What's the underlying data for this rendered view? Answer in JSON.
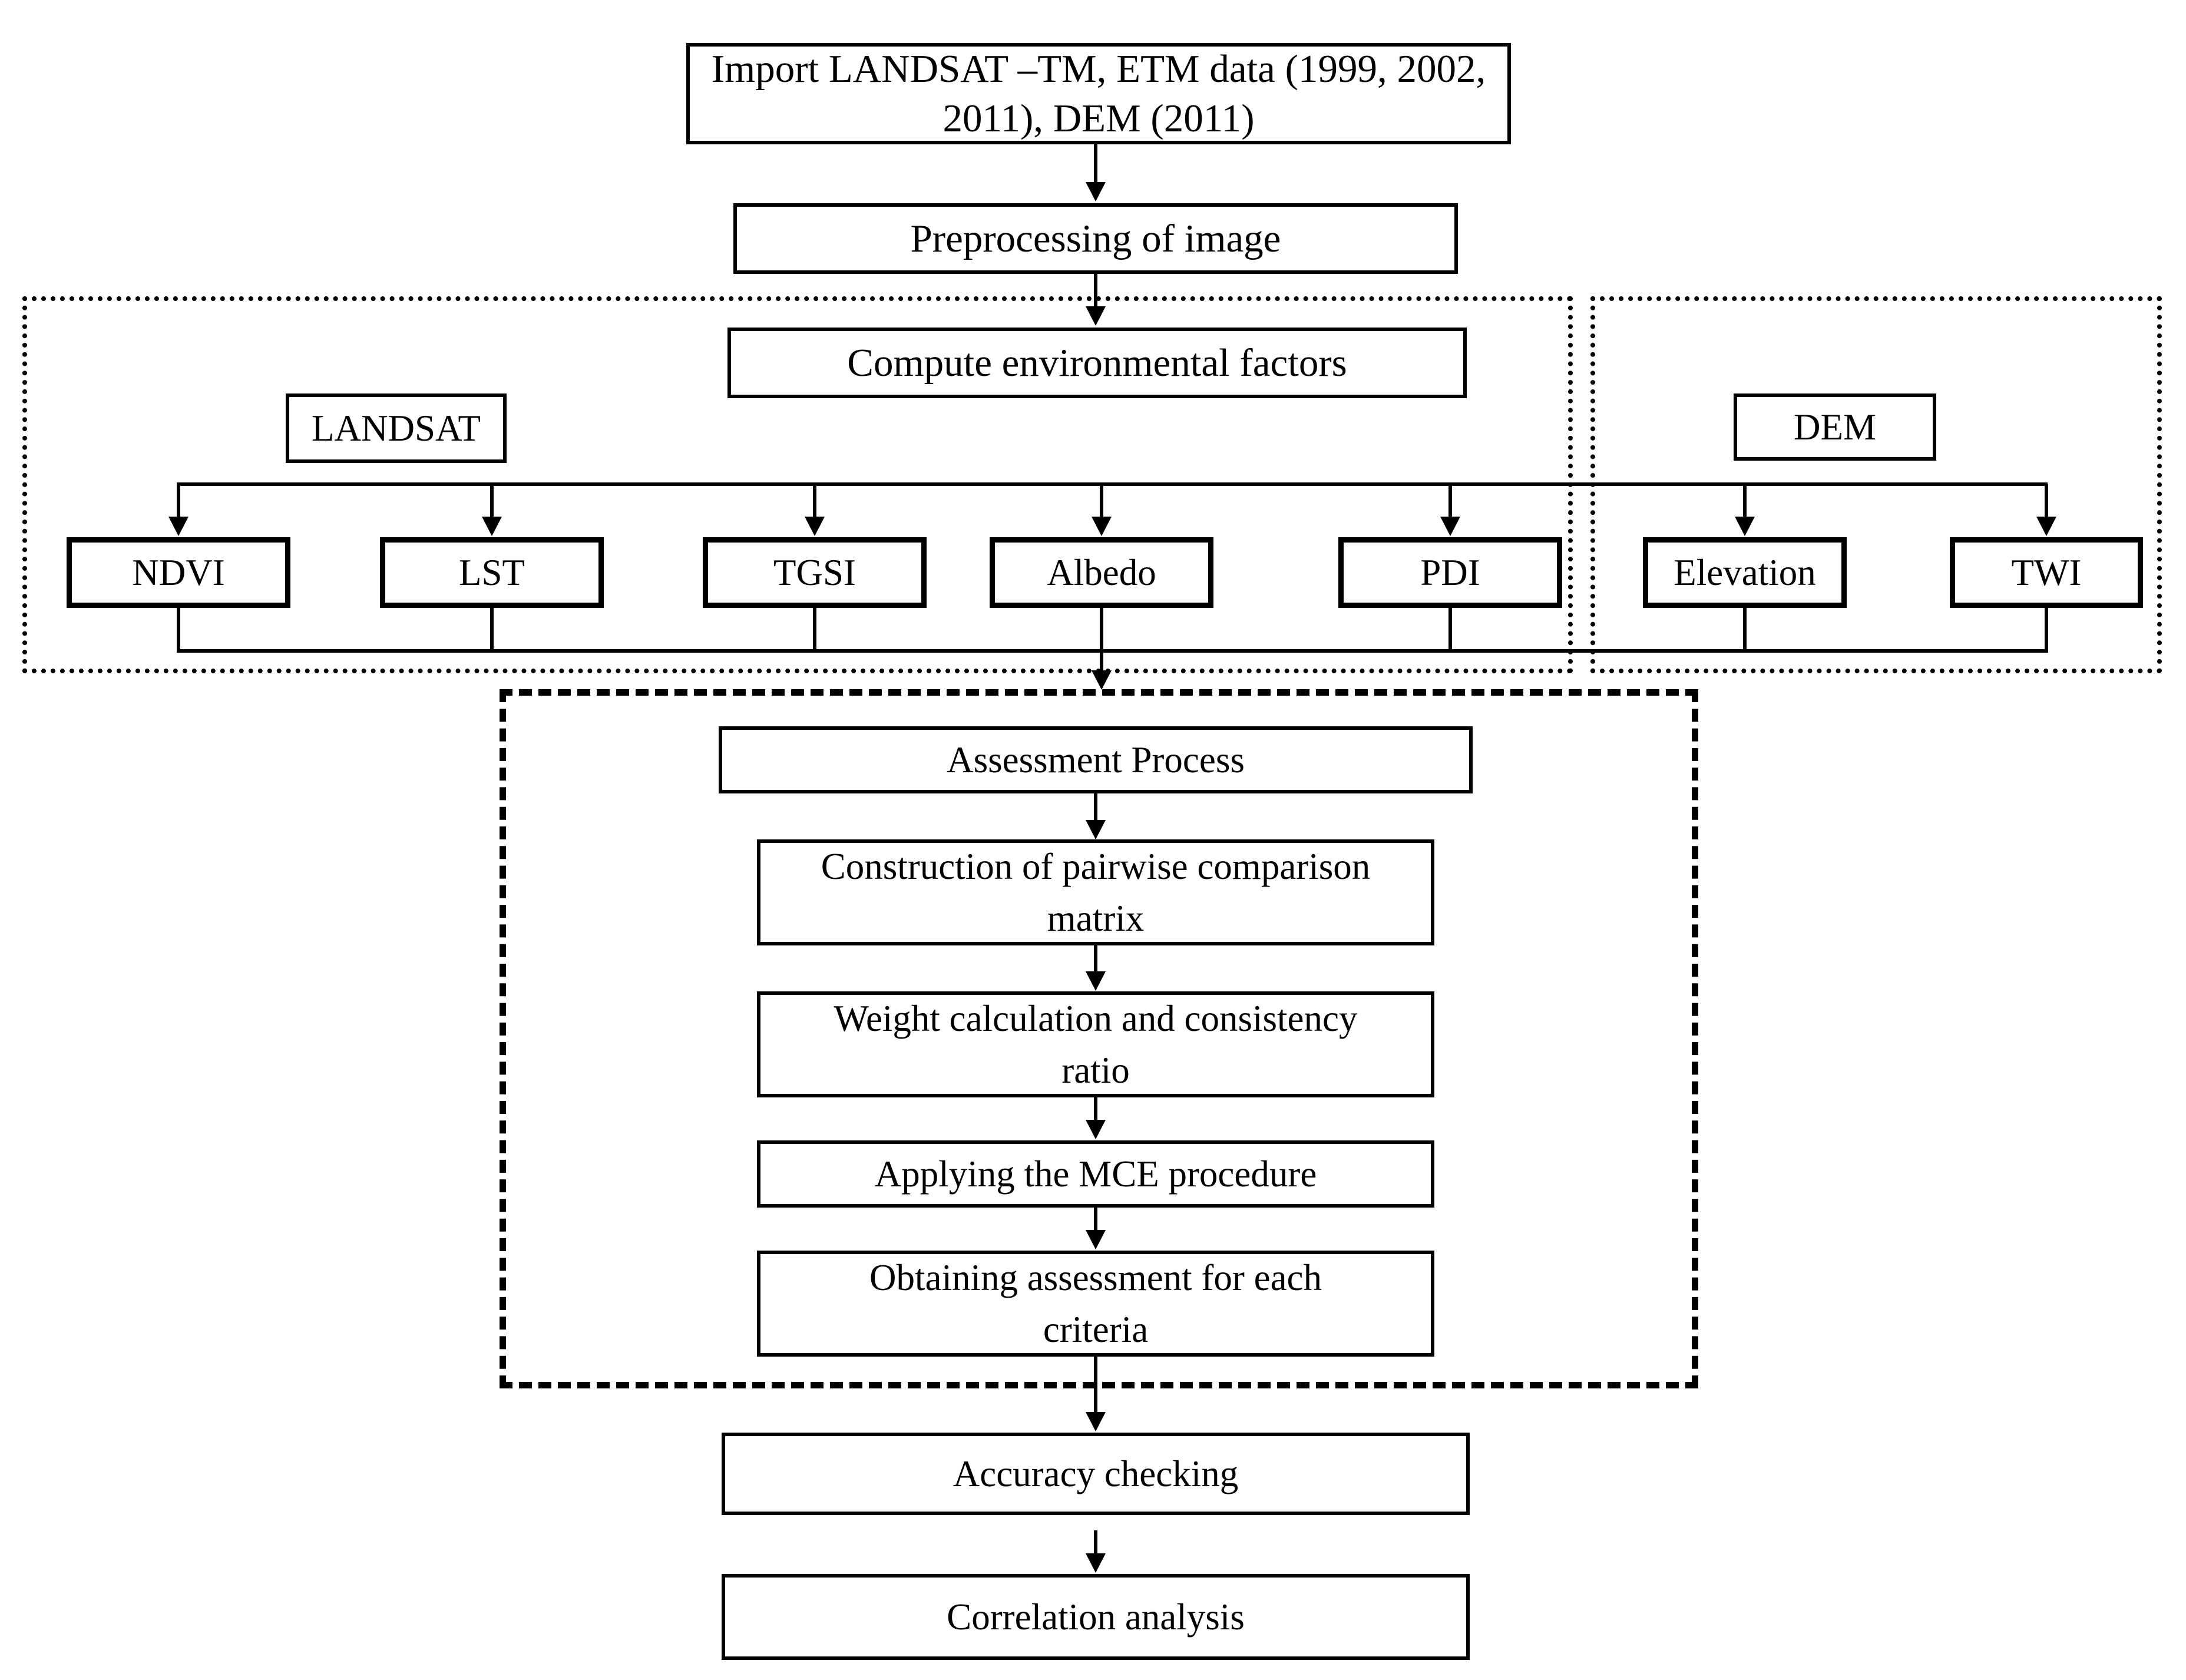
{
  "flowchart": {
    "nodes": {
      "import": {
        "lines": [
          "Import  LANDSAT –TM, ETM data (1999, 2002,",
          "2011), DEM (2011)"
        ]
      },
      "preprocessing": "Preprocessing of image",
      "compute_factors": "Compute environmental factors",
      "landsat_label": "LANDSAT",
      "dem_label": "DEM",
      "landsat_factors": [
        "NDVI",
        "LST",
        "TGSI",
        "Albedo",
        "PDI"
      ],
      "dem_factors": [
        "Elevation",
        "TWI"
      ],
      "assessment": "Assessment Process",
      "construction": {
        "lines": [
          "Construction of pairwise comparison",
          "matrix"
        ]
      },
      "weight": {
        "lines": [
          "Weight calculation and consistency",
          "ratio"
        ]
      },
      "mce": "Applying the MCE procedure",
      "obtaining": {
        "lines": [
          "Obtaining assessment for each",
          "criteria"
        ]
      },
      "accuracy": "Accuracy checking",
      "correlation": "Correlation analysis"
    },
    "colors": {
      "line": "#000000",
      "box_border": "#000000",
      "box_fill": "#ffffff",
      "background": "#ffffff"
    }
  }
}
